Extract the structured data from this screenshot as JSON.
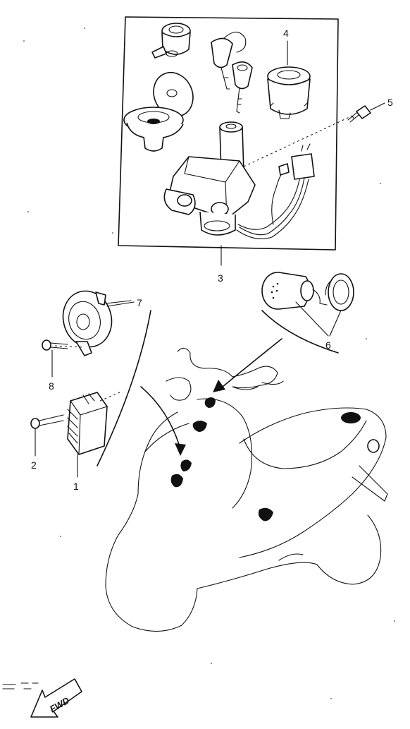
{
  "diagram": {
    "type": "exploded-parts-diagram",
    "callouts": [
      {
        "id": "1",
        "label": "1"
      },
      {
        "id": "2",
        "label": "2"
      },
      {
        "id": "3",
        "label": "3"
      },
      {
        "id": "4",
        "label": "4"
      },
      {
        "id": "5",
        "label": "5"
      },
      {
        "id": "6",
        "label": "6"
      },
      {
        "id": "7",
        "label": "7"
      },
      {
        "id": "8",
        "label": "8"
      }
    ],
    "direction_badge": {
      "label": "FWD",
      "icon": "forward-arrow-icon"
    },
    "colors": {
      "ink": "#111111",
      "paper": "#ffffff"
    }
  }
}
